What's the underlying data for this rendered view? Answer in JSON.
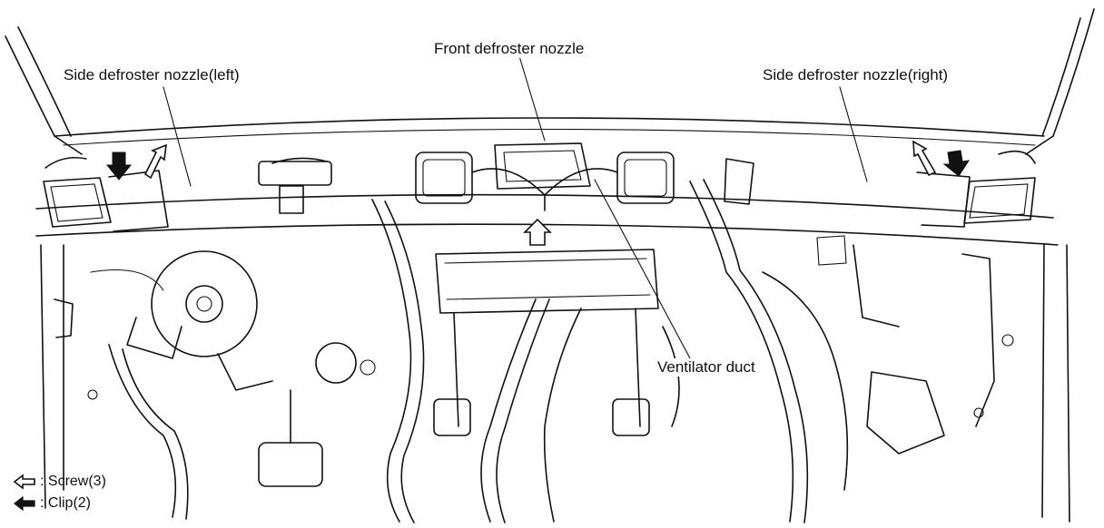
{
  "labels": {
    "front_defroster_nozzle": "Front defroster nozzle",
    "side_defroster_left": "Side defroster nozzle(left)",
    "side_defroster_right": "Side defroster nozzle(right)",
    "ventilator_duct": "Ventilator duct"
  },
  "legend": {
    "screw": ": Screw(3)",
    "clip": ": Clip(2)"
  },
  "icons": {
    "screw": "hollow-arrow-icon",
    "clip": "solid-arrow-icon"
  },
  "colors": {
    "ink": "#111111",
    "background": "#ffffff"
  }
}
